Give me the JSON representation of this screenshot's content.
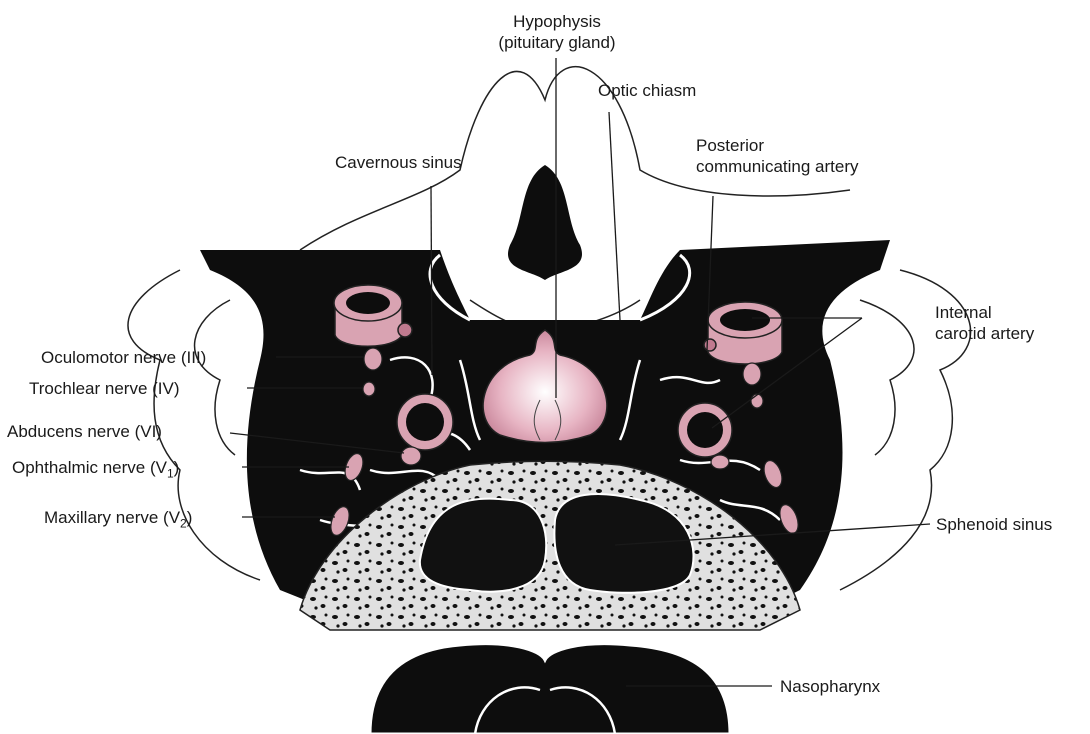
{
  "diagram": {
    "colors": {
      "tissue": "#0d0d0d",
      "vessel": "#d9a3b2",
      "vessel_dark": "#c07a8f",
      "bone": "#e0e0e0",
      "outline": "#222222"
    },
    "labels": {
      "hypophysis_line1": "Hypophysis",
      "hypophysis_line2": "(pituitary gland)",
      "optic_chiasm": "Optic chiasm",
      "cavernous_sinus": "Cavernous sinus",
      "posterior_line1": "Posterior",
      "posterior_line2": "communicating artery",
      "internal_line1": "Internal",
      "internal_line2": "carotid artery",
      "oculomotor": "Oculomotor nerve (III)",
      "trochlear": "Trochlear nerve (IV)",
      "abducens": "Abducens nerve (VI)",
      "ophthalmic_main": "Ophthalmic nerve (V",
      "ophthalmic_sub": "1",
      "ophthalmic_close": ")",
      "maxillary_main": "Maxillary nerve (V",
      "maxillary_sub": "2",
      "maxillary_close": ")",
      "sphenoid_sinus": "Sphenoid sinus",
      "nasopharynx": "Nasopharynx"
    }
  }
}
